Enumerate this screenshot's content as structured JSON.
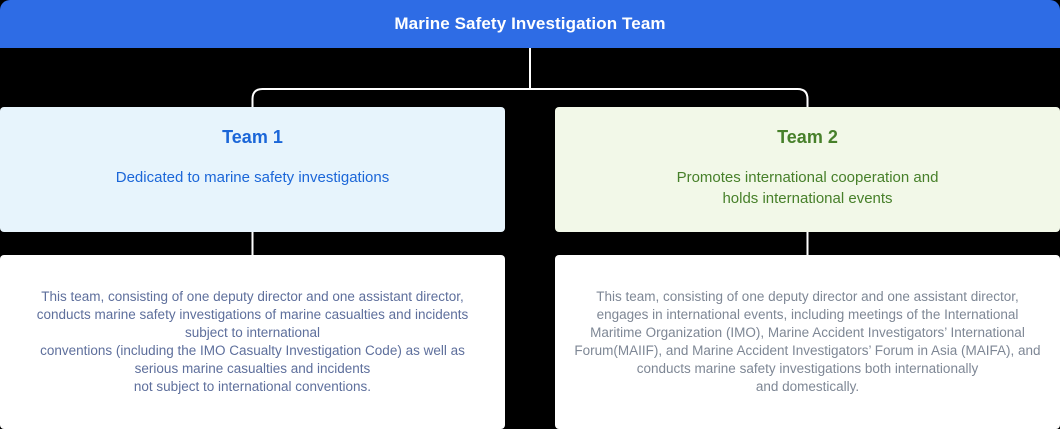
{
  "header": {
    "title": "Marine Safety Investigation Team",
    "bg_color": "#2e6ce5",
    "text_color": "#ffffff"
  },
  "connectors": {
    "color": "#ffffff"
  },
  "background_color": "#000000",
  "teams": [
    {
      "title": "Team 1",
      "subtitle": "Dedicated to marine safety investigations",
      "description": "This team, consisting of one deputy director and one assistant director,\nconducts marine safety investigations of marine casualties and incidents\nsubject to international\nconventions (including the IMO Casualty Investigation Code) as well as\nserious marine casualties and incidents\nnot subject to international conventions.",
      "colors": {
        "box_bg": "#e7f4fc",
        "title": "#1b66d8",
        "subtitle": "#1b66d8",
        "description_text": "#5e6f9c",
        "description_bg": "#ffffff"
      }
    },
    {
      "title": "Team 2",
      "subtitle": "Promotes international cooperation and\nholds international events",
      "description": "This team, consisting of one deputy director and one assistant director,\nengages in international events, including meetings of the International\nMaritime Organization (IMO), Marine Accident Investigators’ International\nForum(MAIIF), and Marine Accident Investigators’ Forum in Asia (MAIFA), and\nconducts marine safety investigations both internationally\nand domestically.",
      "colors": {
        "box_bg": "#f2f8e8",
        "title": "#47802a",
        "subtitle": "#47802a",
        "description_text": "#7e8795",
        "description_bg": "#ffffff"
      }
    }
  ]
}
